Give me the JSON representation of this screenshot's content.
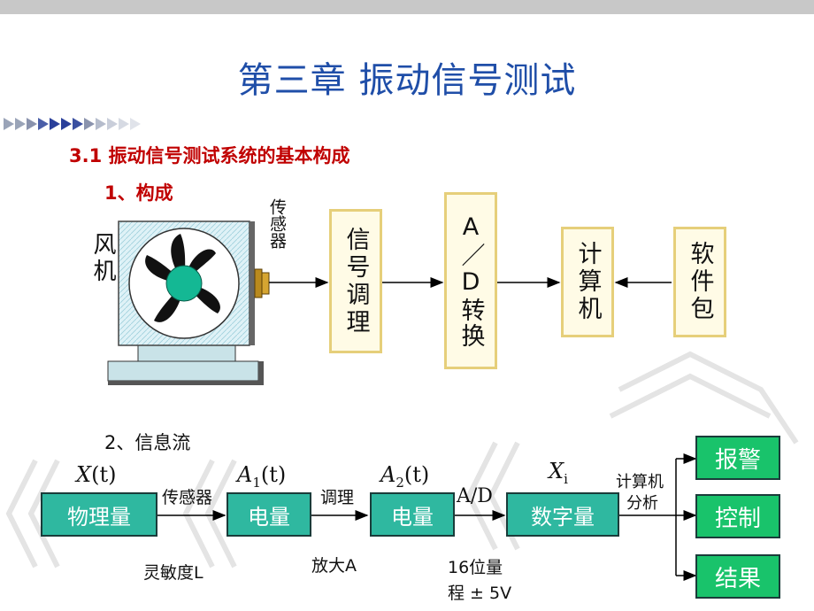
{
  "title": "第三章  振动信号测试",
  "section_heading": "3.1  振动信号测试系统的基本构成",
  "subheading_1": "1、构成",
  "subheading_2": "2、信息流",
  "composition": {
    "fan_label": "风机",
    "sensor_label": "传感器",
    "blocks": [
      "信号调理",
      "A／D转换",
      "计算机",
      "软件包"
    ]
  },
  "info_flow": {
    "stages": [
      {
        "symbol": "X",
        "arg": "(t)",
        "sub": "",
        "box": "物理量"
      },
      {
        "symbol": "A",
        "arg": "(t)",
        "sub": "1",
        "box": "电量"
      },
      {
        "symbol": "A",
        "arg": "(t)",
        "sub": "2",
        "box": "电量"
      },
      {
        "symbol": "X",
        "arg": "",
        "sub": "i",
        "box": "数字量"
      }
    ],
    "arrow_labels": [
      "传感器",
      "调理",
      "A/D",
      "计算机",
      "分析"
    ],
    "bottom_labels": [
      "灵敏度L",
      "放大A",
      "16位量",
      "程 ± 5V"
    ],
    "outputs": [
      "报警",
      "控制",
      "结果"
    ]
  },
  "colors": {
    "title": "#1f4ea8",
    "heading": "#c00000",
    "green_box": "#2fb8a0",
    "output_box": "#19c36b",
    "block_border": "#e6cf7a"
  }
}
